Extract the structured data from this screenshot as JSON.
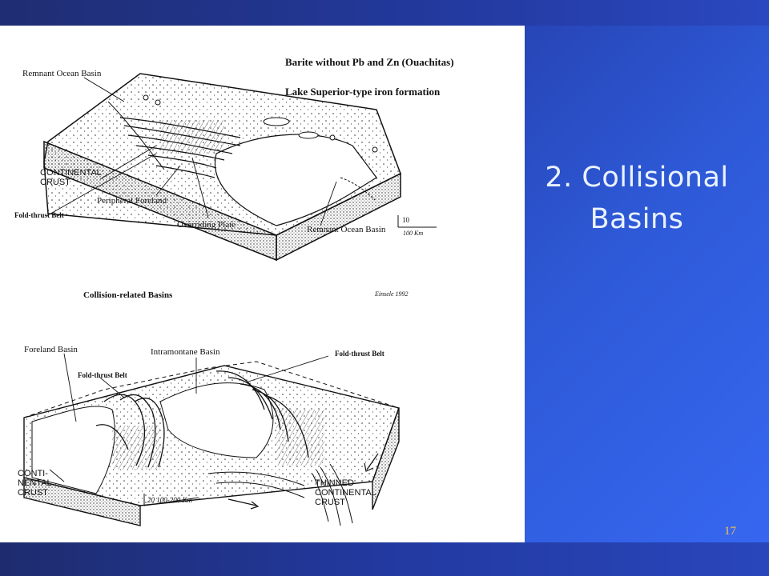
{
  "slide": {
    "title_line1": "2. Collisional",
    "title_line2": "Basins",
    "page_number": "17"
  },
  "top_diagram": {
    "notes": [
      "Barite without Pb and Zn (Ouachitas)",
      "Lake Superior-type iron formation"
    ],
    "labels": {
      "remnant_ocean_basin_top": "Remnant Ocean Basin",
      "continental_crust_line1": "CONTINENTAL",
      "continental_crust_line2": "CRUST",
      "fold_thrust_belt": "Fold-thrust Belt",
      "peripheral_foreland": "Peripheral Foreland",
      "overriding_plate": "Overriding Plate",
      "remnant_ocean_basin_bottom": "Remnant Ocean Basin",
      "scale_vertical": "10",
      "scale_horizontal": "100 Km"
    },
    "caption": "Collision-related Basins",
    "credit": "Einsele 1992"
  },
  "bottom_diagram": {
    "labels": {
      "foreland_basin": "Foreland Basin",
      "intramontane_basin": "Intramontane Basin",
      "fold_thrust_belt_left": "Fold-thrust Belt",
      "fold_thrust_belt_right": "Fold-thrust Belt",
      "conti_line1": "CONTI-",
      "conti_line2": "NENTAL",
      "conti_line3": "CRUST",
      "scale": "20  100-200 Km",
      "thinned_line1": "THINNED",
      "thinned_line2": "CONTINENTAL",
      "thinned_line3": "CRUST"
    }
  }
}
